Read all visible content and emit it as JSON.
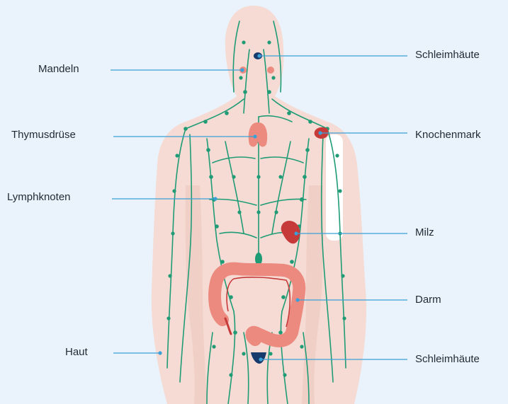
{
  "labels": {
    "left": {
      "tonsils": "Mandeln",
      "thymus": "Thymusdrüse",
      "lymph_nodes": "Lymphknoten",
      "skin": "Haut"
    },
    "right": {
      "mucosa_top": "Schleimhäute",
      "bone_marrow": "Knochenmark",
      "spleen": "Milz",
      "intestine": "Darm",
      "mucosa_bottom": "Schleimhäute"
    }
  },
  "colors": {
    "background": "#eaf3fb",
    "body": "#f5dbd3",
    "lymph_vessels": "#1f9c76",
    "lymph_nodes": "#1f9c76",
    "leader_lines": "#3aa0d8",
    "organ_pink": "#ec8a80",
    "organ_red": "#c73a3a",
    "organ_dark_blue": "#163a6b"
  }
}
